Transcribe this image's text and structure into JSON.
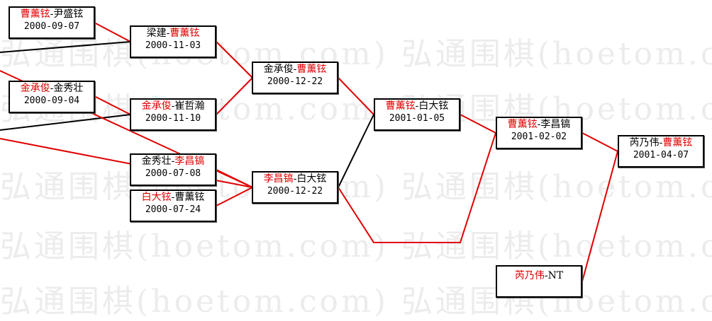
{
  "watermark": "弘通围棋(hoetom.com)",
  "colors": {
    "winner": "#e00000",
    "loser_line": "#000000",
    "winner_line": "#e00000"
  },
  "matches": {
    "m1": {
      "p1": "曹薰铉",
      "p2": "尹盛铉",
      "winner": 1,
      "date": "2000-09-07"
    },
    "m2": {
      "p1": "梁建",
      "p2": "曹薰铉",
      "winner": 2,
      "date": "2000-11-03"
    },
    "m3": {
      "p1": "金承俊",
      "p2": "金秀壮",
      "winner": 1,
      "date": "2000-09-04"
    },
    "m4": {
      "p1": "金承俊",
      "p2": "崔哲瀚",
      "winner": 1,
      "date": "2000-11-10"
    },
    "m5": {
      "p1": "金秀壮",
      "p2": "李昌镐",
      "winner": 2,
      "date": "2000-07-08"
    },
    "m6": {
      "p1": "白大铉",
      "p2": "曹薰铉",
      "winner": 1,
      "date": "2000-07-24"
    },
    "m7": {
      "p1": "金承俊",
      "p2": "曹薰铉",
      "winner": 2,
      "date": "2000-12-22"
    },
    "m8": {
      "p1": "李昌镐",
      "p2": "白大铉",
      "winner": 1,
      "date": "2000-12-22"
    },
    "m9": {
      "p1": "曹薰铉",
      "p2": "白大铉",
      "winner": 1,
      "date": "2001-01-05"
    },
    "m10": {
      "p1": "曹薰铉",
      "p2": "李昌镐",
      "winner": 1,
      "date": "2001-02-02"
    },
    "m11": {
      "p1": "芮乃伟",
      "p2": "曹薰铉",
      "winner": 2,
      "date": "2001-04-07"
    },
    "m12": {
      "p1": "芮乃伟",
      "p2": "NT",
      "winner": 1,
      "date": ""
    }
  }
}
